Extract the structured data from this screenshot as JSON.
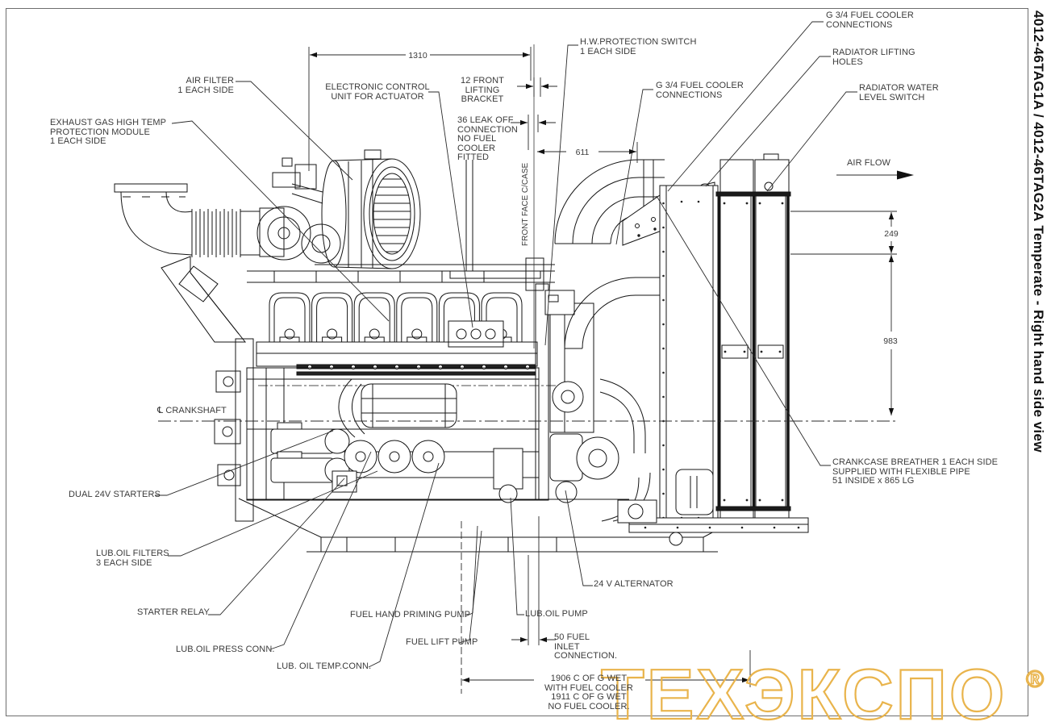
{
  "sheet": {
    "title": "4012-46TAG1A / 4012-46TAG2A Temperate - Right hand side view"
  },
  "watermark": {
    "text": "ТЕХЭКСПО",
    "registered": "®",
    "color": "#e9b44c"
  },
  "callouts": {
    "air_filter": {
      "text": "AIR FILTER\n1 EACH SIDE"
    },
    "exhaust_module": {
      "text": "EXHAUST GAS HIGH TEMP\nPROTECTION MODULE\n1 EACH SIDE"
    },
    "ecu": {
      "text": "ELECTRONIC CONTROL\nUNIT FOR ACTUATOR"
    },
    "front_lifting": {
      "text": "12 FRONT\nLIFTING\nBRACKET"
    },
    "leak_off": {
      "text": "36 LEAK OFF\nCONNECTION\nNO FUEL\nCOOLER\nFITTED"
    },
    "hw_protection": {
      "text": "H.W.PROTECTION SWITCH\n1 EACH SIDE"
    },
    "fuel_cooler_top": {
      "text": "G 3/4 FUEL COOLER\nCONNECTIONS"
    },
    "radiator_lifting": {
      "text": "RADIATOR LIFTING\nHOLES"
    },
    "fuel_cooler_mid": {
      "text": "G 3/4 FUEL COOLER\nCONNECTIONS"
    },
    "radiator_water_level": {
      "text": "RADIATOR WATER\nLEVEL SWITCH"
    },
    "air_flow": {
      "text": "AIR FLOW"
    },
    "front_face": {
      "text": "FRONT FACE C/CASE"
    },
    "crankshaft": {
      "text": "℄ CRANKSHAFT"
    },
    "crankcase_breather": {
      "text": "CRANKCASE BREATHER 1 EACH SIDE\nSUPPLIED WITH FLEXIBLE PIPE\n51 INSIDE x 865 LG"
    },
    "dual_starters": {
      "text": "DUAL 24V STARTERS"
    },
    "oil_filters": {
      "text": "LUB.OIL FILTERS\n3 EACH SIDE"
    },
    "starter_relay": {
      "text": "STARTER RELAY"
    },
    "oil_press": {
      "text": "LUB.OIL PRESS CONN."
    },
    "oil_temp": {
      "text": "LUB. OIL TEMP.CONN."
    },
    "priming_pump": {
      "text": "FUEL HAND PRIMING PUMP"
    },
    "lift_pump": {
      "text": "FUEL LIFT PUMP"
    },
    "oil_pump": {
      "text": "LUB.OIL PUMP"
    },
    "alternator": {
      "text": "24 V ALTERNATOR"
    },
    "fuel_inlet": {
      "text": "50 FUEL\nINLET\nCONNECTION."
    },
    "cog": {
      "text": "1906 C OF G WET\nWITH FUEL COOLER\n1911 C OF G WET\nNO FUEL COOLER."
    }
  },
  "dimensions": {
    "engine_length": "1310",
    "front_to_duct": "611",
    "rad_top": "249",
    "rad_core": "983"
  }
}
